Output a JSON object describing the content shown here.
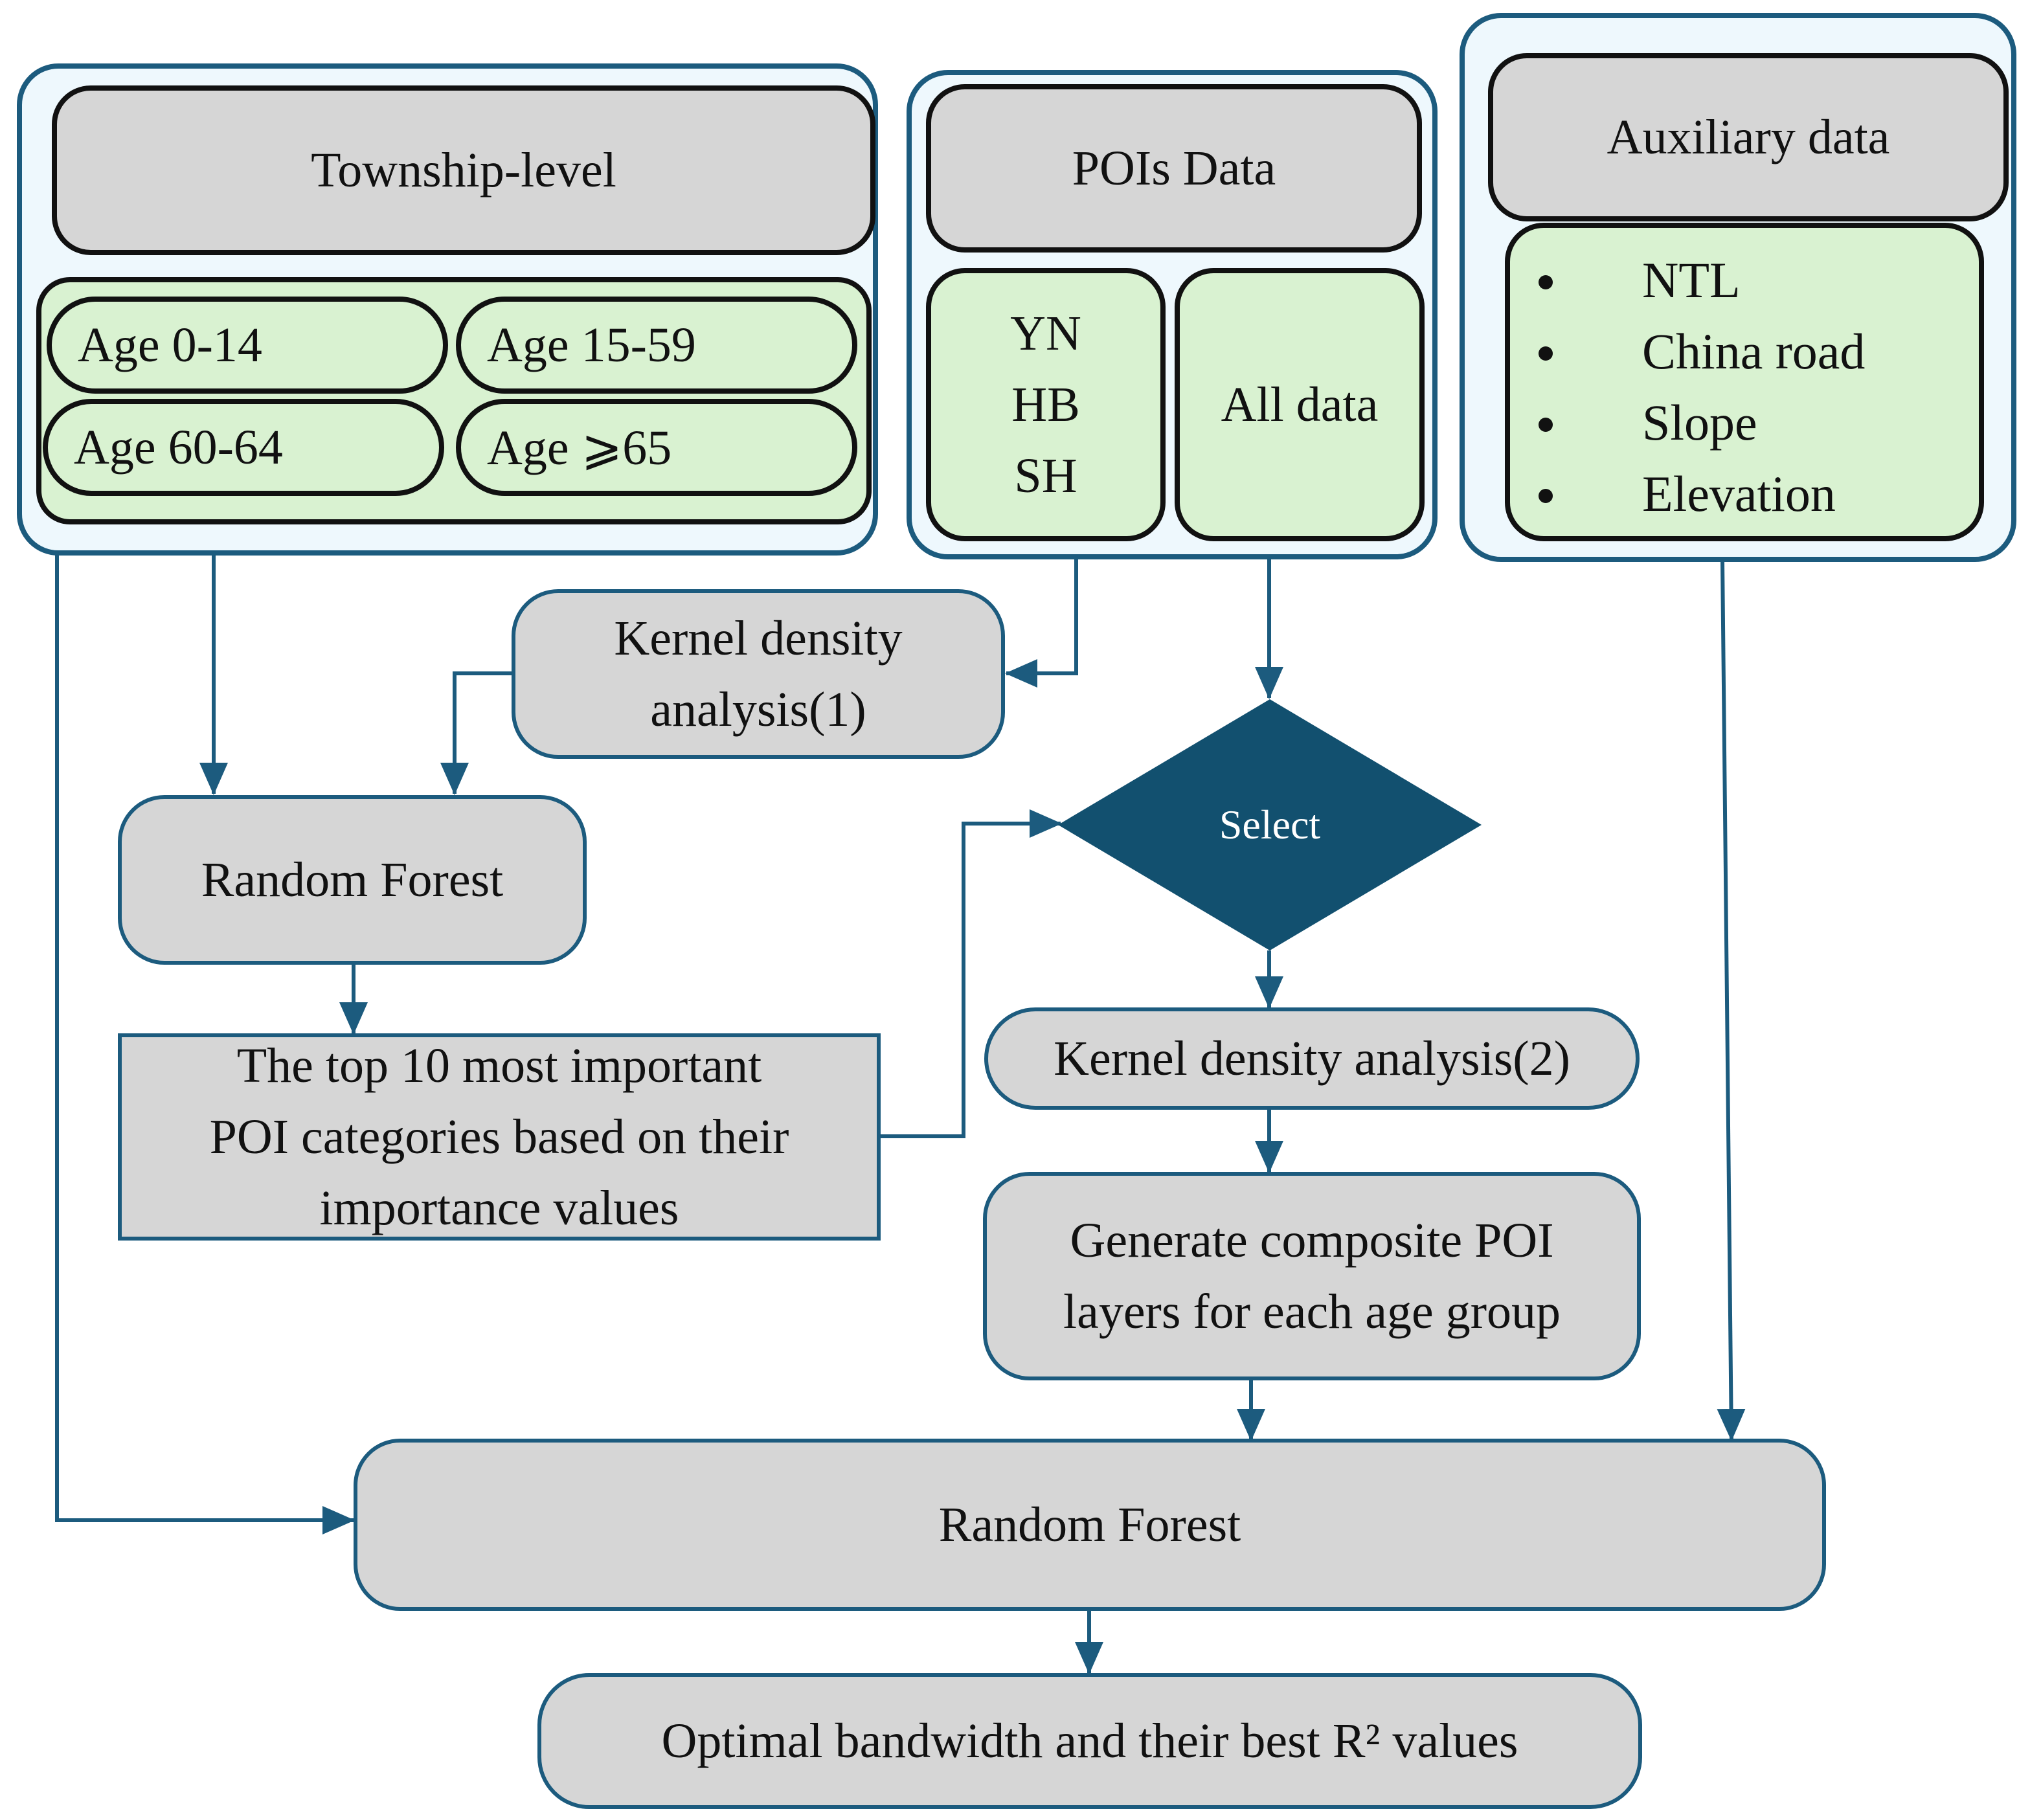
{
  "township": {
    "title": "Township-level",
    "ages": [
      "Age 0-14",
      "Age 15-59",
      "Age 60-64",
      "Age ⩾65"
    ]
  },
  "pois": {
    "title": "POIs Data",
    "regions": [
      "YN",
      "HB",
      "SH"
    ],
    "all": "All data"
  },
  "auxiliary": {
    "title": "Auxiliary data",
    "items": [
      "NTL",
      "China road",
      "Slope",
      "Elevation"
    ]
  },
  "flow": {
    "kde1": [
      "Kernel density",
      "analysis(1)"
    ],
    "rf1": "Random Forest",
    "top10": [
      "The top 10 most important",
      "POI categories based on their",
      "importance values"
    ],
    "select": "Select",
    "kde2": "Kernel density analysis(2)",
    "composite": [
      "Generate composite POI",
      "layers for each age group"
    ],
    "rf2": "Random Forest",
    "optimal": "Optimal bandwidth and their best R² values"
  },
  "colors": {
    "accent": "#1c5b7e",
    "diamond": "#12506f",
    "box": "#d6d6d6",
    "green": "#d9f2d1",
    "panel": "#eef8fd"
  }
}
